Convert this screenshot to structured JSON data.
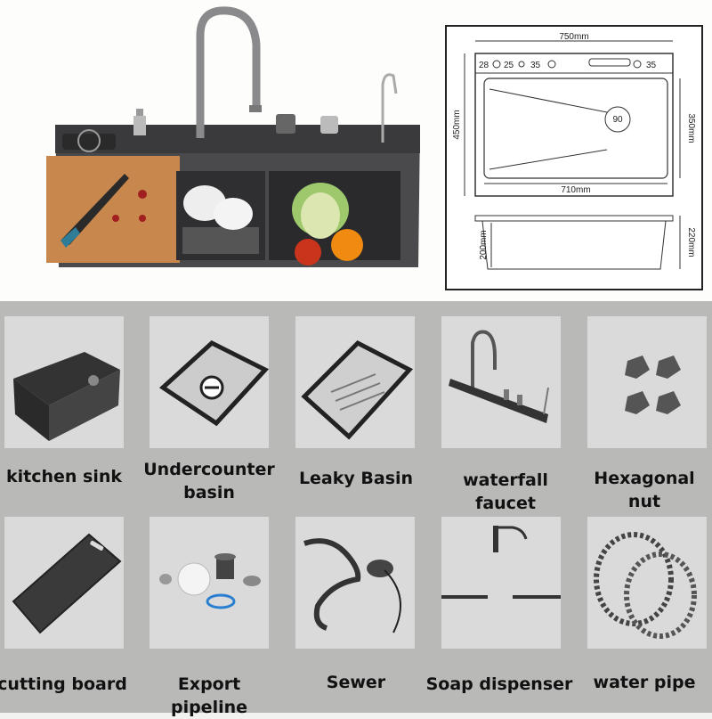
{
  "spec": {
    "width_total": "750mm",
    "inner_width": "710mm",
    "depth_total": "450mm",
    "inner_depth": "350mm",
    "height_total": "220mm",
    "height_inner": "200mm",
    "hole_1": "28",
    "hole_2": "25",
    "hole_3": "35",
    "hole_4": "35",
    "drain": "90"
  },
  "components": [
    {
      "label": "kitchen sink",
      "icon": "sink-bowl-icon"
    },
    {
      "label": "Undercounter basin",
      "icon": "undercounter-basin-icon"
    },
    {
      "label": "Leaky Basin",
      "icon": "colander-basket-icon"
    },
    {
      "label": "waterfall faucet",
      "icon": "faucet-icon"
    },
    {
      "label": "Hexagonal nut",
      "icon": "hex-nut-icon"
    },
    {
      "label": "cutting board",
      "icon": "cutting-board-icon"
    },
    {
      "label": "Export pipeline",
      "icon": "drain-parts-icon"
    },
    {
      "label": "Sewer",
      "icon": "sewer-hose-icon"
    },
    {
      "label": "Soap dispenser",
      "icon": "soap-dispenser-icon"
    },
    {
      "label": "water pipe",
      "icon": "braided-hose-icon"
    }
  ]
}
